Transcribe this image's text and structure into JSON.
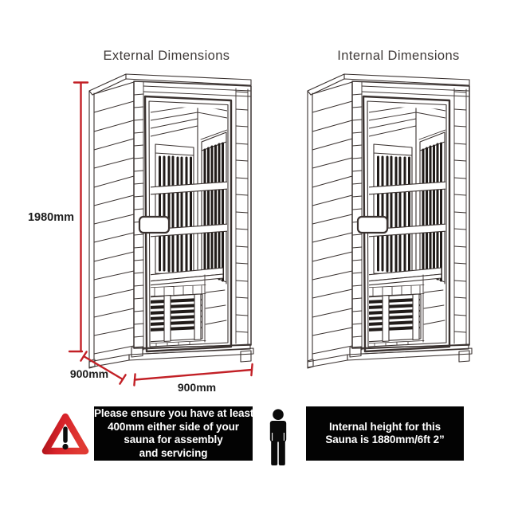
{
  "diagrams": {
    "external": {
      "title": "External Dimensions",
      "dimensions": {
        "height": "1980mm",
        "depth": "900mm",
        "width": "900mm"
      }
    },
    "internal": {
      "title": "Internal Dimensions"
    }
  },
  "notes": {
    "assembly": {
      "lines": [
        "Please ensure you have at least",
        "400mm either side of your",
        "sauna for assembly",
        "and servicing"
      ]
    },
    "internal_height": {
      "lines": [
        "Internal height for this",
        "Sauna is 1880mm/6ft 2”"
      ]
    }
  },
  "icons": {
    "warning": "warning-triangle-icon",
    "person": "person-icon"
  },
  "colors": {
    "dimension_red": "#c22026",
    "warning_red": "#d8232a",
    "note_background": "#030303",
    "note_text": "#ffffff",
    "line_art": "#3a3230"
  }
}
